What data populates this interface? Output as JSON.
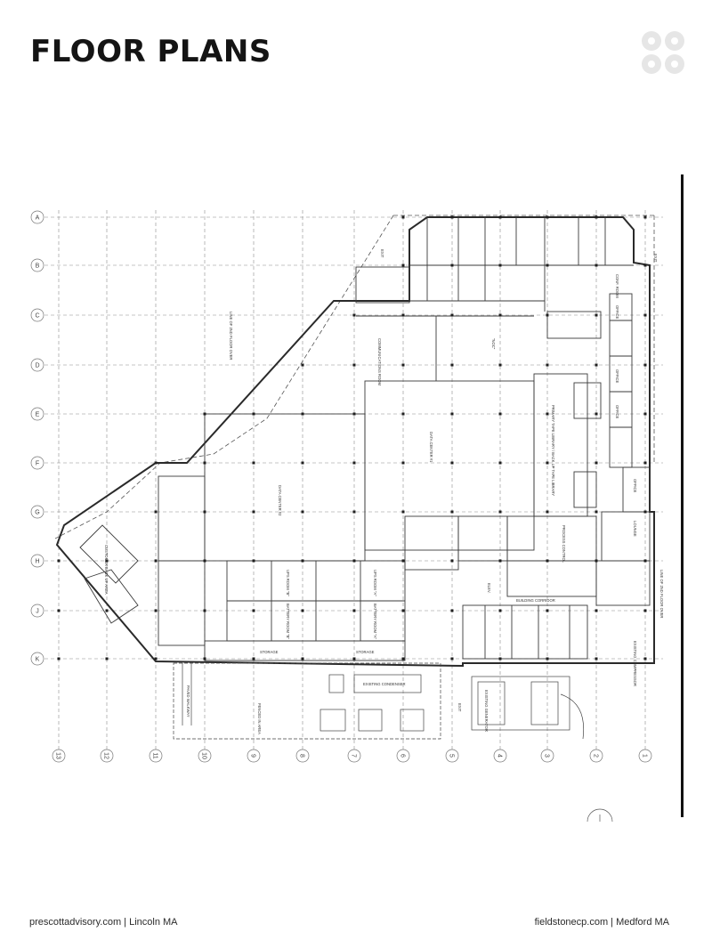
{
  "header": {
    "title": "FLOOR PLANS"
  },
  "logo": {
    "icon": "quatrefoil-logo-icon",
    "color": "#e6e6e6"
  },
  "plan": {
    "grid_rows": [
      "A",
      "B",
      "C",
      "D",
      "E",
      "F",
      "G",
      "H",
      "J",
      "K"
    ],
    "grid_cols": [
      "13",
      "12",
      "11",
      "10",
      "9",
      "8",
      "7",
      "6",
      "5",
      "4",
      "3",
      "2",
      "1"
    ],
    "rooms": [
      {
        "id": "r1",
        "label": "DATA CENTER #1"
      },
      {
        "id": "r2",
        "label": "DATA CENTER #2"
      },
      {
        "id": "r3",
        "label": "COMMUNICATIONS ROOM"
      },
      {
        "id": "r4",
        "label": "\"NOC\""
      },
      {
        "id": "r5",
        "label": "PRIMARY TAPE LIBRARY / BACK UP TAPE LIBRARY"
      },
      {
        "id": "r6",
        "label": "PROCESS CONTROL"
      },
      {
        "id": "r7",
        "label": "BATTERY ROOM \"B\""
      },
      {
        "id": "r8",
        "label": "BATTERY ROOM \"A\""
      },
      {
        "id": "r9",
        "label": "UPS ROOM \"A\""
      },
      {
        "id": "r10",
        "label": "UPS ROOM \"B\""
      },
      {
        "id": "r11",
        "label": "STORAGE"
      },
      {
        "id": "r12",
        "label": "STORAGE"
      },
      {
        "id": "r13",
        "label": "OFFICE"
      },
      {
        "id": "r14",
        "label": "OFFICE"
      },
      {
        "id": "r15",
        "label": "OFFICE"
      },
      {
        "id": "r16",
        "label": "OFFICE"
      },
      {
        "id": "r17",
        "label": "LOUNGE"
      },
      {
        "id": "r18",
        "label": "CONF. ROOM"
      },
      {
        "id": "r19",
        "label": "EXISTING CONDENSER"
      },
      {
        "id": "r20",
        "label": "FENCED IN AREA"
      },
      {
        "id": "r21",
        "label": "PAVED WALKWAY"
      },
      {
        "id": "r22",
        "label": "EXISTING GENERATOR"
      },
      {
        "id": "r23",
        "label": "CUSTOMER BACK UP AREA"
      },
      {
        "id": "r24",
        "label": "BUILDING CORRIDOR"
      },
      {
        "id": "r25",
        "label": "EXISTING COMPRESSOR"
      },
      {
        "id": "r26",
        "label": "ELEV."
      }
    ],
    "notes": [
      {
        "id": "n1",
        "label": "LINE OF 2ND FLOOR OVER"
      },
      {
        "id": "n2",
        "label": "LINE OF 2ND FLOOR OVER"
      },
      {
        "id": "n3",
        "label": "EXIT"
      },
      {
        "id": "n4",
        "label": "EXIT"
      },
      {
        "id": "n5",
        "label": "EXIT"
      }
    ]
  },
  "footer": {
    "left": "prescottadvisory.com | Lincoln MA",
    "right": "fieldstonecp.com | Medford MA"
  }
}
